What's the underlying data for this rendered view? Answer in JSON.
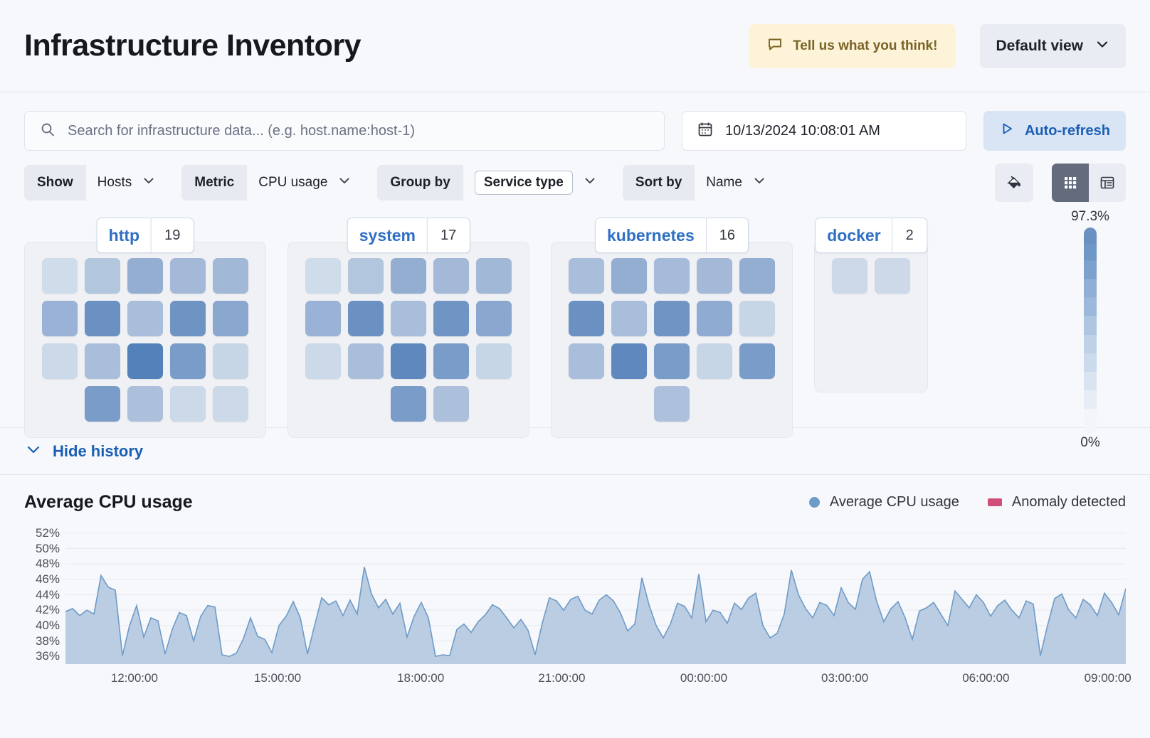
{
  "header": {
    "title": "Infrastructure Inventory",
    "feedback_label": "Tell us what you think!",
    "feedback_icon": "comment-icon",
    "view_label": "Default view",
    "view_icon": "chevron-down-icon"
  },
  "search": {
    "placeholder": "Search for infrastructure data... (e.g. host.name:host-1)",
    "icon": "search-icon",
    "date_value": "10/13/2024 10:08:01 AM",
    "date_icon": "calendar-icon",
    "refresh_label": "Auto-refresh",
    "refresh_icon": "play-icon"
  },
  "filters": [
    {
      "label": "Show",
      "value": "Hosts",
      "boxed": false
    },
    {
      "label": "Metric",
      "value": "CPU usage",
      "boxed": false
    },
    {
      "label": "Group by",
      "value": "Service type",
      "boxed": true
    },
    {
      "label": "Sort by",
      "value": "Name",
      "boxed": false
    }
  ],
  "view_controls": {
    "palette_icon": "paint-bucket-icon",
    "grid_icon": "grid-view-icon",
    "table_icon": "table-view-icon",
    "active": "grid-view-icon"
  },
  "legend_scale": {
    "max": "97.3%",
    "min": "0%"
  },
  "history": {
    "label": "Hide history",
    "icon": "chevron-down-icon"
  },
  "chart_data": {
    "type": "area",
    "title": "Average CPU usage",
    "xlabel": "",
    "ylabel": "",
    "ylim": [
      35,
      53
    ],
    "yticks": [
      "36%",
      "38%",
      "40%",
      "42%",
      "44%",
      "46%",
      "48%",
      "50%",
      "52%"
    ],
    "ytick_values": [
      36,
      38,
      40,
      42,
      44,
      46,
      48,
      50,
      52
    ],
    "xticks": [
      "12:00:00",
      "15:00:00",
      "18:00:00",
      "21:00:00",
      "00:00:00",
      "03:00:00",
      "06:00:00",
      "09:00:00"
    ],
    "xtick_positions": [
      0.065,
      0.2,
      0.335,
      0.468,
      0.602,
      0.735,
      0.868,
      0.983
    ],
    "grid": true,
    "legend_position": "top-right",
    "series": [
      {
        "name": "Average CPU usage",
        "color": "#6e9bc7"
      },
      {
        "name": "Anomaly detected",
        "color": "#cf4f78"
      }
    ],
    "values": [
      41.8,
      42.2,
      41.3,
      42.0,
      41.5,
      46.5,
      45.0,
      44.6,
      36.1,
      40.0,
      42.6,
      38.5,
      41.0,
      40.6,
      36.3,
      39.5,
      41.7,
      41.3,
      38.0,
      41.2,
      42.6,
      42.4,
      36.2,
      36.0,
      36.4,
      38.3,
      41.0,
      38.6,
      38.2,
      36.5,
      40.0,
      41.2,
      43.1,
      41.0,
      36.3,
      40.0,
      43.6,
      42.7,
      43.2,
      41.3,
      43.3,
      41.5,
      47.6,
      44.1,
      42.3,
      43.4,
      41.5,
      42.9,
      38.5,
      41.2,
      43.0,
      41.0,
      36.0,
      36.2,
      36.1,
      39.5,
      40.2,
      39.1,
      40.5,
      41.4,
      42.7,
      42.2,
      41.0,
      39.7,
      40.8,
      39.4,
      36.2,
      40.3,
      43.6,
      43.2,
      42.0,
      43.4,
      43.8,
      42.0,
      41.5,
      43.3,
      44.0,
      43.2,
      41.6,
      39.3,
      40.2,
      46.2,
      42.7,
      40.0,
      38.4,
      40.2,
      42.9,
      42.5,
      41.0,
      46.7,
      40.5,
      42.0,
      41.7,
      40.3,
      42.9,
      42.1,
      43.6,
      44.2,
      40.0,
      38.4,
      39.0,
      41.5,
      47.2,
      44.0,
      42.2,
      41.0,
      43.0,
      42.6,
      41.3,
      44.9,
      43.0,
      42.1,
      46.0,
      47.0,
      43.1,
      40.5,
      42.2,
      43.1,
      41.0,
      38.2,
      41.9,
      42.3,
      43.0,
      41.5,
      40.0,
      44.5,
      43.4,
      42.3,
      44.0,
      43.0,
      41.2,
      42.6,
      43.3,
      42.0,
      41.0,
      43.2,
      42.8,
      36.1,
      40.0,
      43.5,
      44.1,
      42.0,
      41.0,
      43.4,
      42.7,
      41.3,
      44.2,
      43.0,
      41.4,
      44.8
    ]
  },
  "groups": [
    {
      "name": "http",
      "count": "19",
      "rows": [
        [
          "#cfdcea",
          "#b2c6de",
          "#94aed2",
          "#a4b9d8",
          "#a2b8d7"
        ],
        [
          "#9ab2d5",
          "#6a91c2",
          "#a9bedb",
          "#6e94c4",
          "#8aa7cf"
        ],
        [
          "#cbd9e8",
          "#a9bedb",
          "#5282b9",
          "#7a9cc9",
          "#c7d6e7"
        ],
        [
          "",
          "#7a9cc9",
          "#acc0dc",
          "#cbd9e8",
          "#cbd9e8"
        ]
      ]
    },
    {
      "name": "system",
      "count": "17",
      "rows": [
        [
          "#cfdcea",
          "#b2c6de",
          "#94aed2",
          "#a4b9d8",
          "#a2b8d7"
        ],
        [
          "#9ab2d5",
          "#6a91c2",
          "#a9bedb",
          "#7095c5",
          "#8aa7cf"
        ],
        [
          "#cbd9e8",
          "#a9bedb",
          "#5f89be",
          "#7a9cc9",
          "#c7d6e7"
        ],
        [
          "",
          "",
          "#7a9cc9",
          "#acc0dc",
          ""
        ]
      ]
    },
    {
      "name": "kubernetes",
      "count": "16",
      "rows": [
        [
          "#a9bedb",
          "#94aed2",
          "#a6bbd9",
          "#a4b9d8",
          "#94aed2"
        ],
        [
          "#6a91c2",
          "#a9bedb",
          "#7095c5",
          "#8fabd1",
          "#c7d6e7"
        ],
        [
          "#a9bedb",
          "#5f89be",
          "#7a9cc9",
          "#c7d6e7",
          "#7a9cc9"
        ],
        [
          "",
          "",
          "#adc1dd",
          "",
          ""
        ]
      ]
    },
    {
      "name": "docker",
      "count": "2",
      "rows": [
        [
          "#cdd9e9",
          "#cdd9e9"
        ]
      ]
    }
  ]
}
